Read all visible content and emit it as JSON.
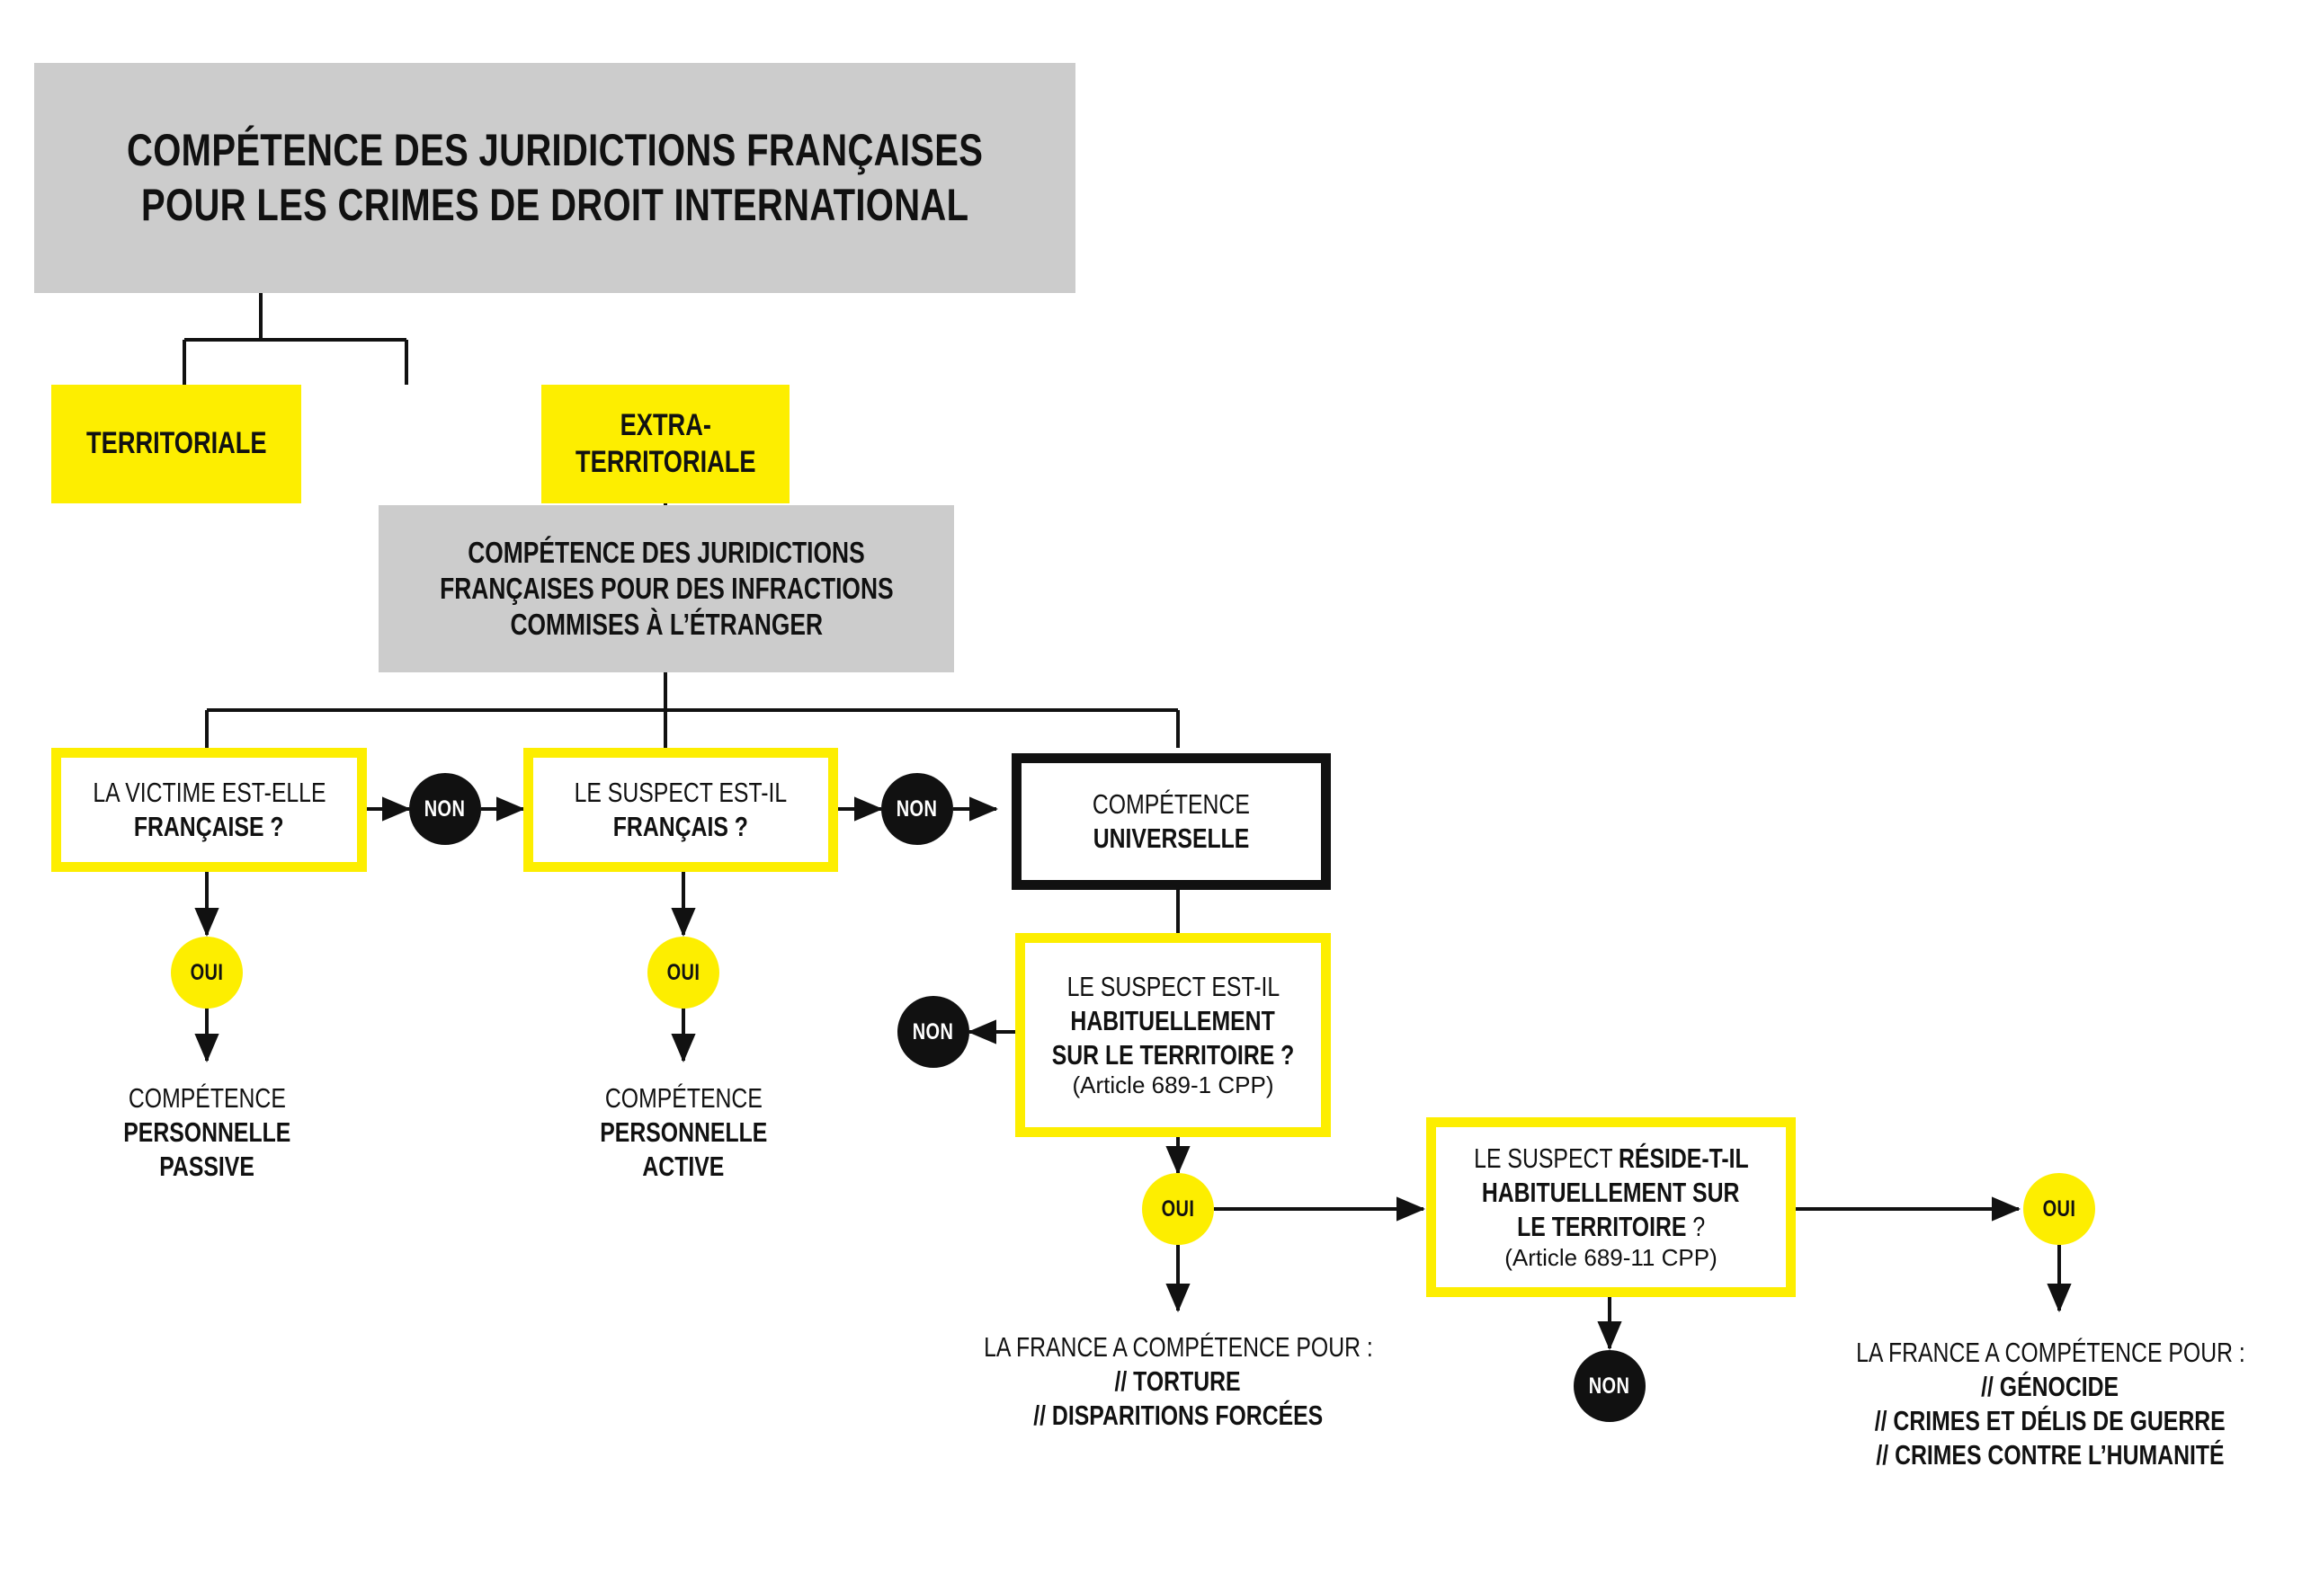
{
  "diagram": {
    "title_line1": "COMPÉTENCE DES JURIDICTIONS FRANÇAISES",
    "title_line2": "POUR LES CRIMES DE DROIT INTERNATIONAL",
    "branch_territoriale": "TERRITORIALE",
    "branch_extra_line1": "EXTRA-",
    "branch_extra_line2": "TERRITORIALE",
    "subtitle_line1": "COMPÉTENCE DES JURIDICTIONS",
    "subtitle_line2": "FRANÇAISES POUR DES INFRACTIONS",
    "subtitle_line3": "COMMISES À L’ÉTRANGER",
    "q_victime_line1": "LA VICTIME EST-ELLE",
    "q_victime_line2": "FRANÇAISE ?",
    "q_suspect_line1": "LE SUSPECT EST-IL",
    "q_suspect_line2": "FRANÇAIS ?",
    "universelle_line1": "COMPÉTENCE",
    "universelle_line2": "UNIVERSELLE",
    "q_habituel_line1": "LE SUSPECT EST-IL",
    "q_habituel_line2": "HABITUELLEMENT",
    "q_habituel_line3": "SUR LE TERRITOIRE ?",
    "q_habituel_note": "(Article 689-1 CPP)",
    "q_reside_line1a": "LE SUSPECT ",
    "q_reside_line1b": "RÉSIDE-T-IL",
    "q_reside_line2": "HABITUELLEMENT SUR",
    "q_reside_line3a": "LE TERRITOIRE",
    "q_reside_line3b": " ?",
    "q_reside_note": "(Article 689-11 CPP)",
    "res_passive_line1": "COMPÉTENCE",
    "res_passive_line2": "PERSONNELLE",
    "res_passive_line3": "PASSIVE",
    "res_active_line1": "COMPÉTENCE",
    "res_active_line2": "PERSONNELLE",
    "res_active_line3": "ACTIVE",
    "res_torture_line1": "LA FRANCE A COMPÉTENCE POUR :",
    "res_torture_line2": "// TORTURE",
    "res_torture_line3": "// DISPARITIONS FORCÉES",
    "res_genocide_line1": "LA FRANCE A COMPÉTENCE POUR :",
    "res_genocide_line2": "// GÉNOCIDE",
    "res_genocide_line3": "// CRIMES ET DÉLIS DE GUERRE",
    "res_genocide_line4": "// CRIMES CONTRE L’HUMANITÉ",
    "badge_oui": "OUI",
    "badge_non": "NON"
  },
  "colors": {
    "yellow": "#fdee00",
    "gray": "#cccccc",
    "black": "#111111",
    "white": "#ffffff"
  }
}
